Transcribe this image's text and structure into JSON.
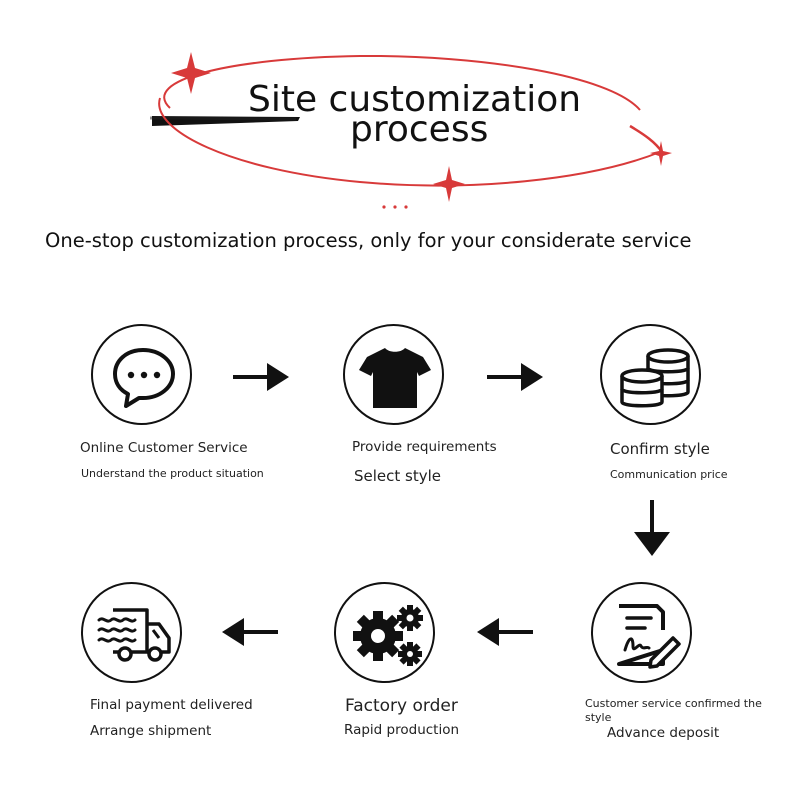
{
  "header": {
    "title_line1": "Site customization",
    "title_line2": "process",
    "subtitle": "One-stop customization process, only for your considerate service",
    "accent_color": "#d83a3a"
  },
  "steps": [
    {
      "icon": "chat-bubble-icon",
      "title": "Online Customer Service",
      "detail": "Understand the product situation"
    },
    {
      "icon": "tshirt-icon",
      "title": "Provide requirements",
      "detail": "Select style"
    },
    {
      "icon": "coins-stack-icon",
      "title": "Confirm style",
      "detail": "Communication price"
    },
    {
      "icon": "signed-document-icon",
      "title": "Customer service confirmed the style",
      "detail": "Advance deposit"
    },
    {
      "icon": "gears-icon",
      "title": "Factory order",
      "detail": "Rapid production"
    },
    {
      "icon": "delivery-truck-icon",
      "title": "Final payment delivered",
      "detail": "Arrange shipment"
    }
  ],
  "arrows": [
    "right",
    "right",
    "down",
    "left",
    "left"
  ]
}
